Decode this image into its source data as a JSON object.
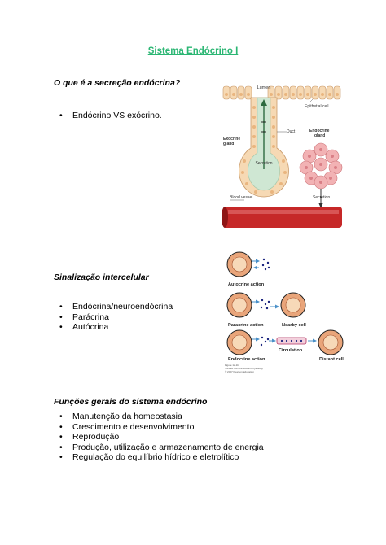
{
  "title": "Sistema Endócrino I",
  "section1": {
    "heading": "O que é a secreção endócrina?",
    "items": [
      "Endócrino VS exócrino."
    ]
  },
  "section2": {
    "heading": "Sinalização intercelular",
    "items": [
      "Endócrina/neuroendócrina",
      "Parácrina",
      "Autócrina"
    ]
  },
  "section3": {
    "heading": "Funções gerais do sistema endócrino",
    "items": [
      "Manutenção da homeostasia",
      "Crescimento e desenvolvimento",
      "Reprodução",
      "Produção, utilização e armazenamento de energia",
      "Regulação do equilíbrio hídrico e eletrolítico"
    ]
  },
  "figure1": {
    "lumen": "Lumen",
    "epithelial": "Epithetial cell",
    "duct": "Duct",
    "exocrine": [
      "Exocrine",
      "gland"
    ],
    "endocrine": [
      "Endocrine",
      "gland"
    ],
    "secretion_left": "Secretion",
    "blood_vessel": "Blood vessel",
    "secretion_right": "Secretion"
  },
  "figure2": {
    "autocrine": "Autocrine action",
    "paracrine": "Paracrine action",
    "nearby": "Nearby cell",
    "endocrine": "Endocrine action",
    "circulation": "Circulation",
    "distant": "Distant cell",
    "caption1": "Figure 12-1b",
    "caption2": "SILVERTHORN/Human Physiology",
    "caption3": "© 2007 Pearson Education"
  },
  "colors": {
    "title": "#2bb673",
    "cell": "#e9a57a",
    "nucleus": "#a4532f",
    "vessel": "#c62828",
    "secretion": "#5a9e73"
  }
}
